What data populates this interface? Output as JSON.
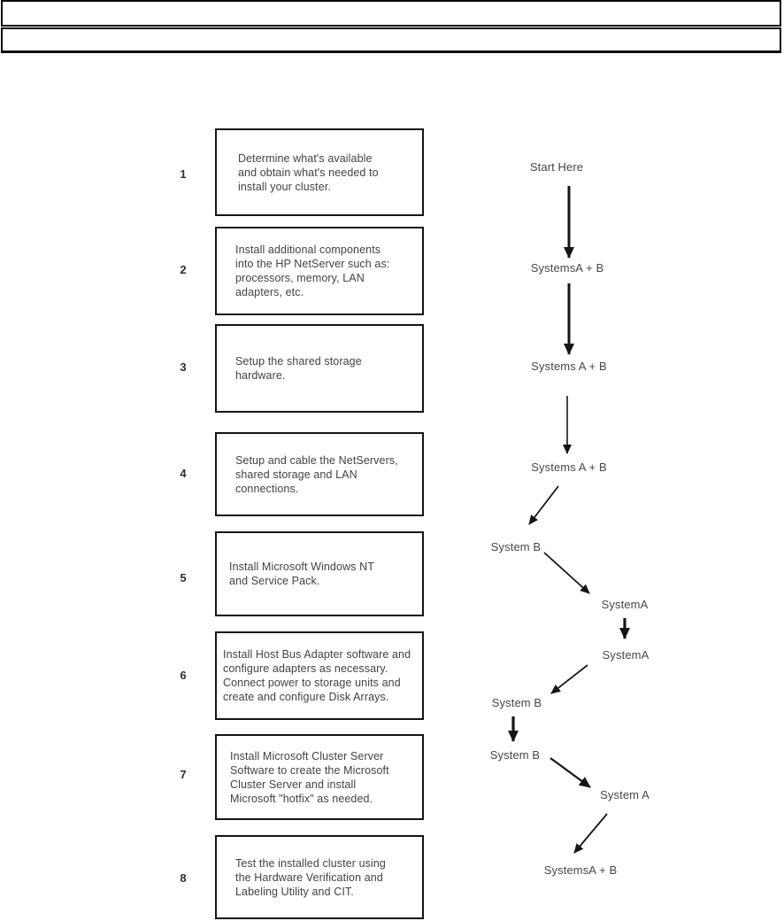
{
  "page": {
    "background_color": "#ffffff",
    "text_color": "#434343",
    "border_color": "#141414"
  },
  "steps": [
    {
      "number": "1",
      "text": "Determine what's available\nand obtain what's needed to\ninstall your cluster."
    },
    {
      "number": "2",
      "text": "Install additional components\ninto the HP NetServer such as:\nprocessors, memory, LAN\nadapters, etc."
    },
    {
      "number": "3",
      "text": "Setup the shared storage\nhardware."
    },
    {
      "number": "4",
      "text": "Setup and cable the NetServers,\nshared storage and LAN\nconnections."
    },
    {
      "number": "5",
      "text": "Install Microsoft Windows NT\nand Service Pack."
    },
    {
      "number": "6",
      "text": "Install Host Bus Adapter software and\nconfigure adapters as necessary.\nConnect power to storage units and\ncreate and configure Disk Arrays."
    },
    {
      "number": "7",
      "text": "Install Microsoft Cluster Server\nSoftware to create the Microsoft\nCluster Server and install\nMicrosoft \"hotfix\" as needed."
    },
    {
      "number": "8",
      "text": "Test the installed cluster using\nthe Hardware Verification and\nLabeling Utility and CIT."
    }
  ],
  "flow": {
    "labels": [
      {
        "text": "Start Here"
      },
      {
        "text": "SystemsA + B"
      },
      {
        "text": "Systems A + B"
      },
      {
        "text": "Systems A + B"
      },
      {
        "text": "System B"
      },
      {
        "text": "SystemA"
      },
      {
        "text": "SystemA"
      },
      {
        "text": "System B"
      },
      {
        "text": "System B"
      },
      {
        "text": "System A"
      },
      {
        "text": "SystemsA + B"
      }
    ]
  }
}
